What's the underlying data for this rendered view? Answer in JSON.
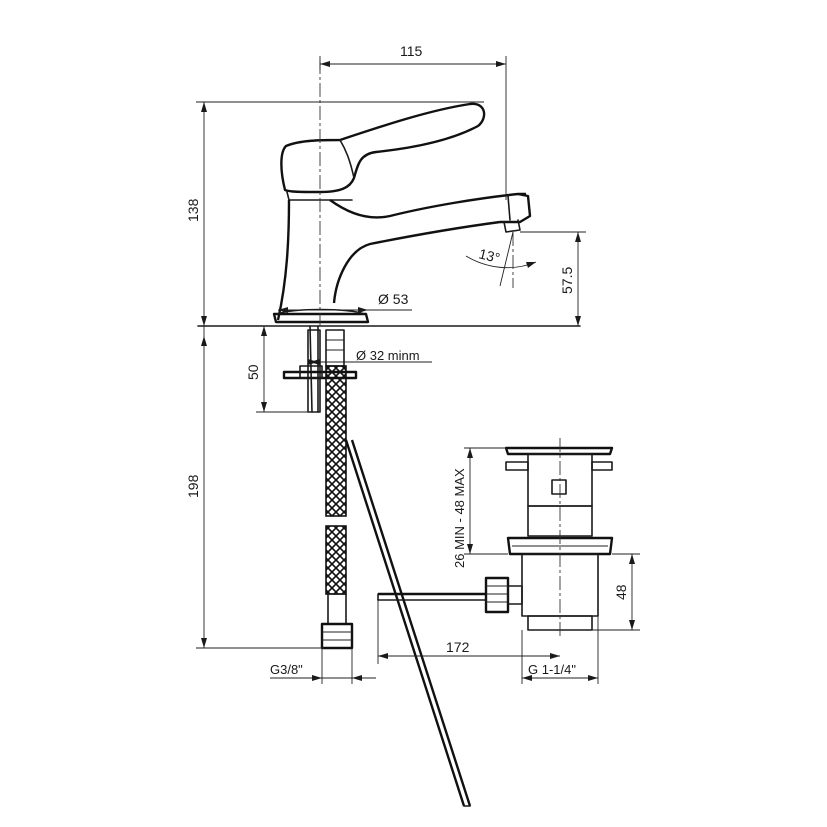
{
  "dimensions": {
    "width_115": "115",
    "height_138": "138",
    "spout_57_5": "57.5",
    "angle_13": "13°",
    "base_dia_53": "Ø 53",
    "hole_dia_32": "Ø 32 minm",
    "depth_50": "50",
    "hose_198": "198",
    "thread_g38": "G3/8\"",
    "range_26_48": "26 MIN - 48 MAX",
    "waste_48": "48",
    "rod_172": "172",
    "waste_thread": "G 1-1/4\""
  }
}
